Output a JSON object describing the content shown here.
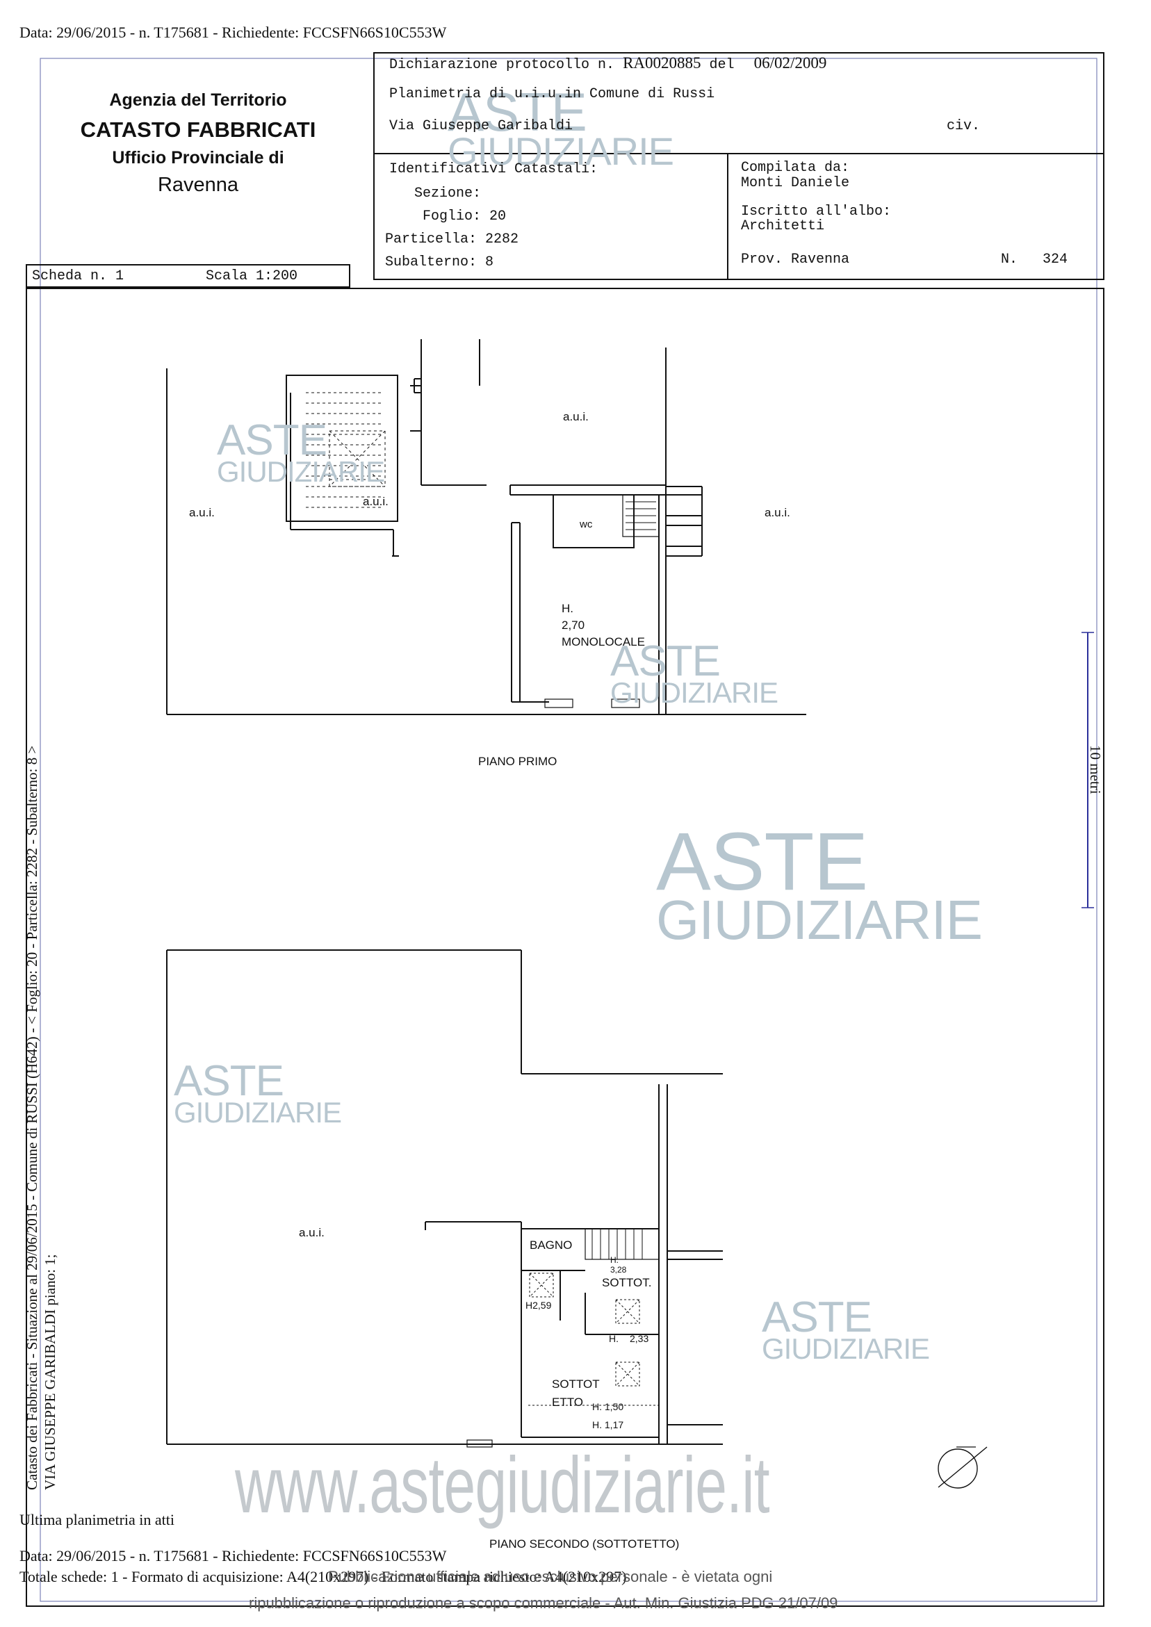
{
  "top_header": "Data: 29/06/2015 - n. T175681 - Richiedente: FCCSFN66S10C553W",
  "agency": {
    "line1": "Agenzia del Territorio",
    "line2": "CATASTO FABBRICATI",
    "line3": "Ufficio Provinciale di",
    "line4": "Ravenna"
  },
  "declaration": {
    "protocol_prefix": "Dichiarazione protocollo n.",
    "protocol_number": "RA0020885",
    "del": "del",
    "date": "06/02/2009",
    "planimetria": "Planimetria di u.i.u.in Comune di Russi",
    "via": "Via Giuseppe Garibaldi",
    "civ": "civ."
  },
  "identifiers": {
    "title": "Identificativi Catastali:",
    "sezione": "Sezione:",
    "foglio": "Foglio: 20",
    "particella": "Particella: 2282",
    "subalterno": "Subalterno: 8"
  },
  "compiler": {
    "compilata_label": "Compilata da:",
    "compilata_name": "Monti Daniele",
    "iscritto_label": "Iscritto all'albo:",
    "iscritto_value": "Architetti",
    "prov": "Prov. Ravenna",
    "n_label": "N.",
    "n_value": "324"
  },
  "scheda": "Scheda n. 1",
  "scala": "Scala 1:200",
  "plan_first": {
    "aui_left": "a.u.i.",
    "aui_stair": "a.u.i.",
    "aui_top": "a.u.i.",
    "aui_right": "a.u.i.",
    "wc": "wc",
    "h_label": "H.",
    "h_value": "2,70",
    "room": "MONOLOCALE",
    "floor_label": "PIANO PRIMO"
  },
  "plan_second": {
    "aui": "a.u.i.",
    "bagno": "BAGNO",
    "h_bagno_label": "H.",
    "h_bagno_value": "3,28",
    "sottot": "SOTTOT.",
    "h259": "H2,59",
    "h233_label": "H.",
    "h233_value": "2,33",
    "sottot2_line1": "SOTTOT",
    "sottot2_line2": "ETTO",
    "h150": "H. 1,50",
    "h117": "H. 1,17",
    "floor_label": "PIANO SECONDO (SOTTOTETTO)"
  },
  "scale_bar": "10 metri",
  "side_text_line1": "Catasto dei Fabbricati - Situazione al 29/06/2015 - Comune di RUSSI (H642) - < Foglio: 20 - Particella: 2282 - Subalterno: 8 >",
  "side_text_line2": "VIA GIUSEPPE GARIBALDI piano: 1;",
  "footer": {
    "ultima": "Ultima planimetria in atti",
    "data_line": "Data: 29/06/2015 - n. T175681 - Richiedente: FCCSFN66S10C553W",
    "totale": "Totale schede: 1 - Formato di acquisizione: A4(210x297) - Formato stampa richiesto: A4(210x297)",
    "overlay": "Pubblicazione ufficiale ad uso esclusivo personale - è vietata ogni",
    "ripub": "ripubblicazione o riproduzione a scopo commerciale - Aut. Min. Giustizia PDG 21/07/09"
  },
  "watermark": {
    "aste": "ASTE",
    "giudiziarie": "GIUDIZIARIE",
    "website": "www.astegiudiziarie.it"
  }
}
